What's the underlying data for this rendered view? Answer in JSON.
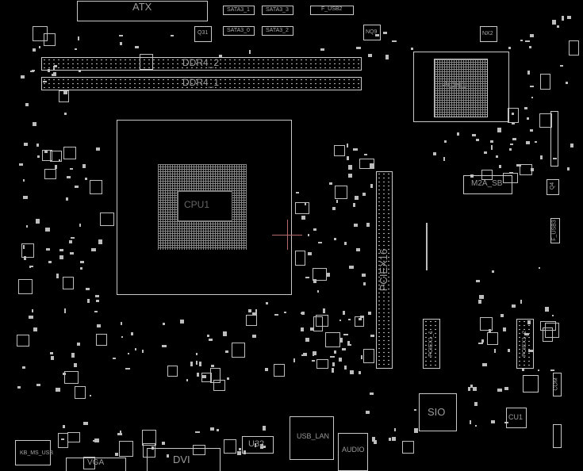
{
  "board": {
    "labels": {
      "atx": "ATX",
      "sata3_1": "SATA3_1",
      "sata3_3": "SATA3_3",
      "sata3_0": "SATA3_0",
      "sata3_2": "SATA3_2",
      "f_usb": "F_USB2",
      "q31": "Q31",
      "nq9": "NQ9",
      "nx2": "NX2",
      "ddr4_2": "DDR4_2",
      "ddr4_1": "DDR4_1",
      "pch": "PCH1",
      "cpu": "CPU1",
      "pciex16": "PCIEX16",
      "m2a_sb": "M2A_SB",
      "q4": "Q4",
      "f_usb3": "F_USB3",
      "pciex1_1": "PCIEX1_1",
      "pciex1_2": "PCIEX1_2",
      "sio": "SIO",
      "cu1": "CU1",
      "com": "COM",
      "usb_lan": "USB_LAN",
      "audio": "AUDIO",
      "u32": "U32",
      "dvi": "DVI",
      "vga": "VGA",
      "kb_ms_usb": "KB_MS_USB"
    }
  }
}
